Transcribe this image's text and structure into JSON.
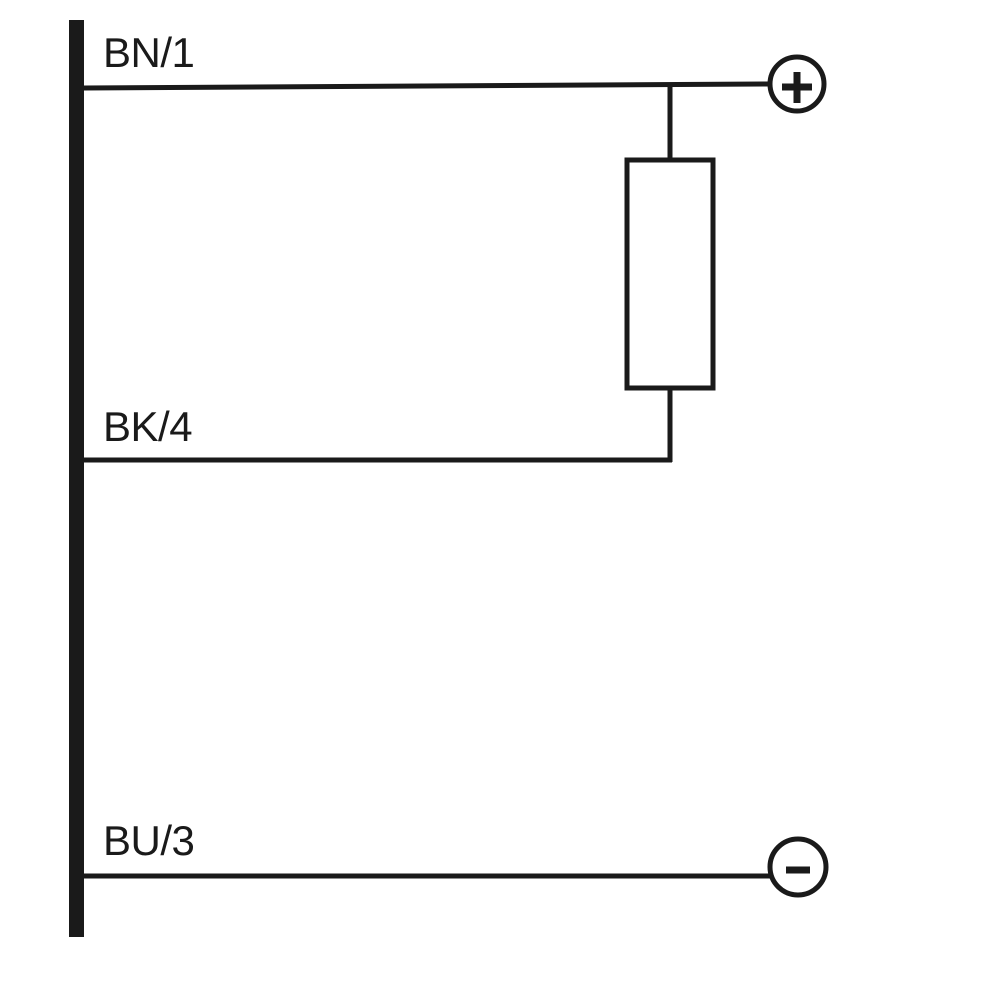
{
  "wires": [
    {
      "label": "BN/1",
      "terminal": "+"
    },
    {
      "label": "BK/4"
    },
    {
      "label": "BU/3",
      "terminal": "-"
    }
  ],
  "colors": {
    "stroke": "#1a1a1a",
    "background": "#ffffff"
  }
}
